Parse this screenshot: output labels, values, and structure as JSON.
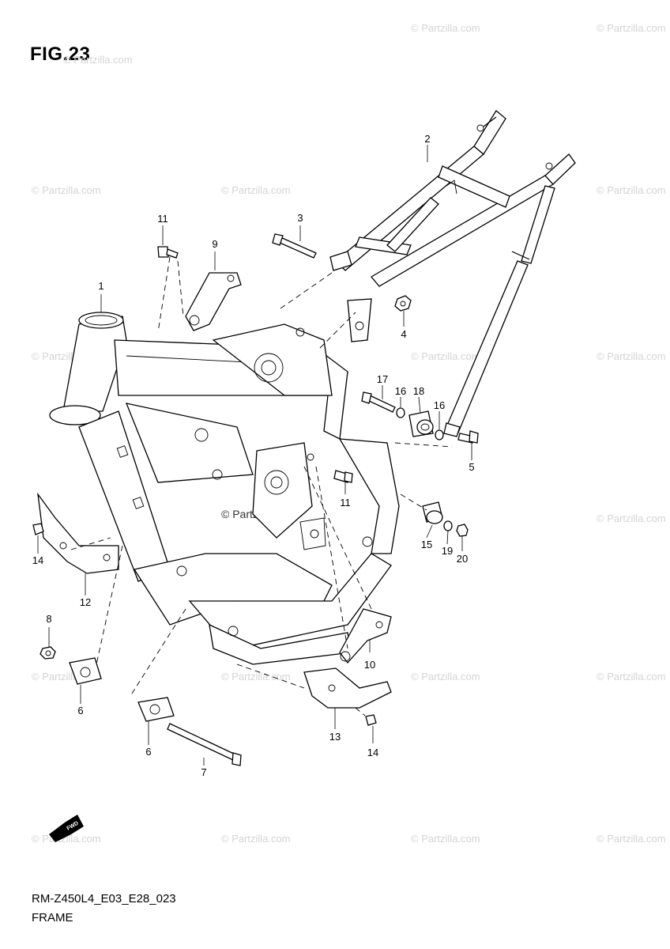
{
  "figure": {
    "title": "FIG.23"
  },
  "footer": {
    "code": "RM-Z450L4_E03_E28_023",
    "name": "FRAME"
  },
  "watermark": {
    "text": "© Partzilla.com"
  },
  "fwd_badge": {
    "text": "FWD"
  },
  "callouts": {
    "c1": "1",
    "c2": "2",
    "c3": "3",
    "c4": "4",
    "c5": "5",
    "c6a": "6",
    "c6b": "6",
    "c7": "7",
    "c8": "8",
    "c9": "9",
    "c10": "10",
    "c11a": "11",
    "c11b": "11",
    "c12": "12",
    "c13": "13",
    "c14a": "14",
    "c14b": "14",
    "c15": "15",
    "c16a": "16",
    "c16b": "16",
    "c17": "17",
    "c18": "18",
    "c19": "19",
    "c20": "20"
  }
}
